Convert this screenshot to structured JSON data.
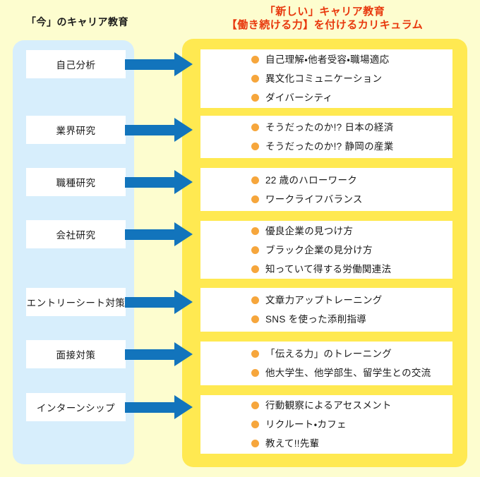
{
  "colors": {
    "background": "#FDFDCF",
    "left_panel": "#D7EEFC",
    "right_panel": "#FFE951",
    "arrow": "#1274BC",
    "bullet": "#F6A63C",
    "right_heading_text": "#E8380D",
    "body_text": "#1A1A1A"
  },
  "headers": {
    "left": "「今」のキャリア教育",
    "right_line1": "「新しい」キャリア教育",
    "right_line2": "【働き続ける力】を付けるカリキュラム"
  },
  "rows": [
    {
      "label": "自己分析",
      "items": [
        "自己理解・他者受容・職場適応",
        "異文化コミュニケーション",
        "ダイバーシティ"
      ]
    },
    {
      "label": "業界研究",
      "items": [
        "そうだったのか!? 日本の経済",
        "そうだったのか!? 静岡の産業"
      ]
    },
    {
      "label": "職種研究",
      "items": [
        "22 歳のハローワーク",
        "ワークライフバランス"
      ]
    },
    {
      "label": "会社研究",
      "items": [
        "優良企業の見つけ方",
        "ブラック企業の見分け方",
        "知っていて得する労働関連法"
      ]
    },
    {
      "label": "エントリーシート対策",
      "items": [
        "文章力アップトレーニング",
        "SNS を使った添削指導"
      ]
    },
    {
      "label": "面接対策",
      "items": [
        "「伝える力」のトレーニング",
        "他大学生、他学部生、留学生との交流"
      ]
    },
    {
      "label": "インターンシップ",
      "items": [
        "行動観察によるアセスメント",
        "リクルート・カフェ",
        "教えて!!先輩"
      ]
    }
  ]
}
